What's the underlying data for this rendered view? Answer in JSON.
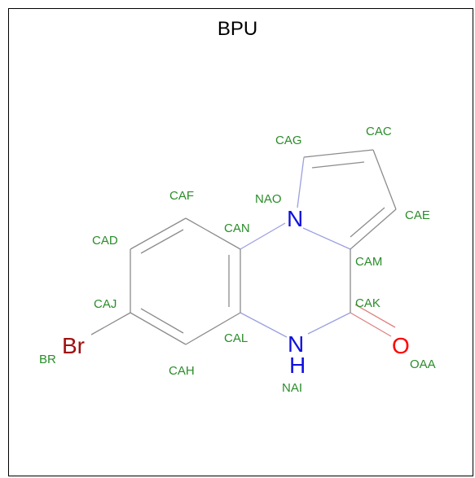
{
  "title": "BPU",
  "colors": {
    "bond": "#8c8c8c",
    "bond_n": "#9aa0e0",
    "bond_o": "#e08080",
    "bond_br": "#b06060",
    "atom_label": "#2a8c2a",
    "nitrogen": "#1010e0",
    "oxygen": "#ff0000",
    "bromine": "#a01010"
  },
  "elements": {
    "n_ring": "N",
    "n_amide": "N",
    "n_amide_h": "H",
    "oxygen": "O",
    "bromine": "Br"
  },
  "atom_labels": {
    "CAG": "CAG",
    "CAC": "CAC",
    "CAE": "CAE",
    "CAF": "CAF",
    "NAO": "NAO",
    "CAN": "CAN",
    "CAD": "CAD",
    "CAM": "CAM",
    "CAJ": "CAJ",
    "CAK": "CAK",
    "CAL": "CAL",
    "BR": "BR",
    "CAH": "CAH",
    "OAA": "OAA",
    "NAI": "NAI"
  }
}
